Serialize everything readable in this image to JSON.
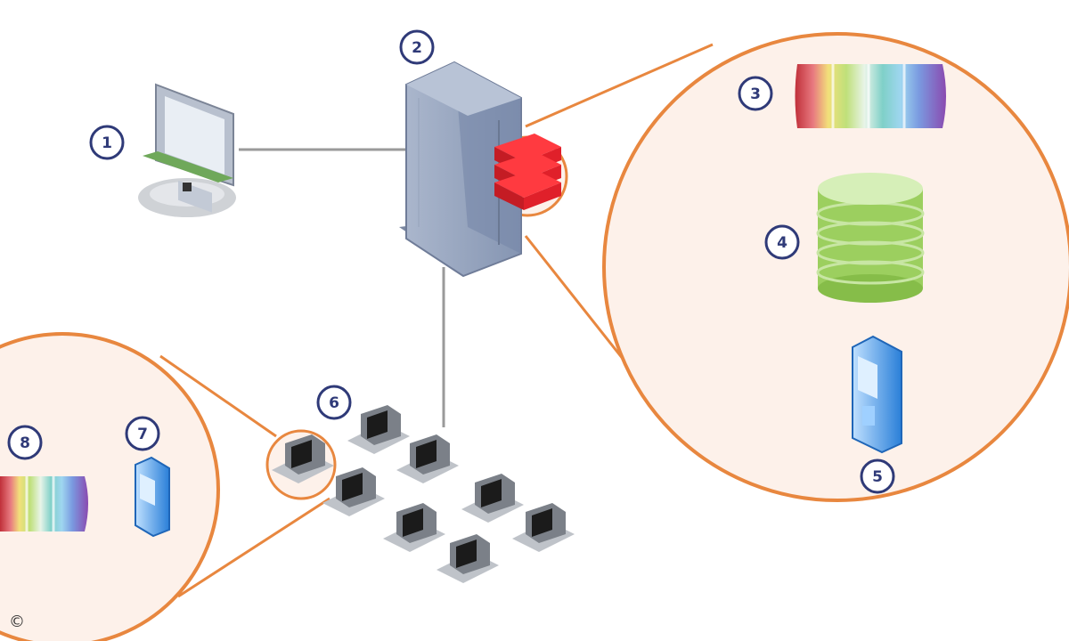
{
  "diagram": {
    "callouts": [
      {
        "id": "1",
        "label": "1"
      },
      {
        "id": "2",
        "label": "2"
      },
      {
        "id": "3",
        "label": "3"
      },
      {
        "id": "4",
        "label": "4"
      },
      {
        "id": "5",
        "label": "5"
      },
      {
        "id": "6",
        "label": "6"
      },
      {
        "id": "7",
        "label": "7"
      },
      {
        "id": "8",
        "label": "8"
      }
    ],
    "copyright": "©"
  },
  "colors": {
    "accent_orange": "#e8873f",
    "zoom_fill": "#fdf1ea",
    "connector": "#9a9a9a",
    "server": "#8a9ab6",
    "server_plugin": "#e0202a",
    "database": "#9ccf5f",
    "device": "#3a8ee0",
    "callout_ring": "#2f3a78"
  }
}
